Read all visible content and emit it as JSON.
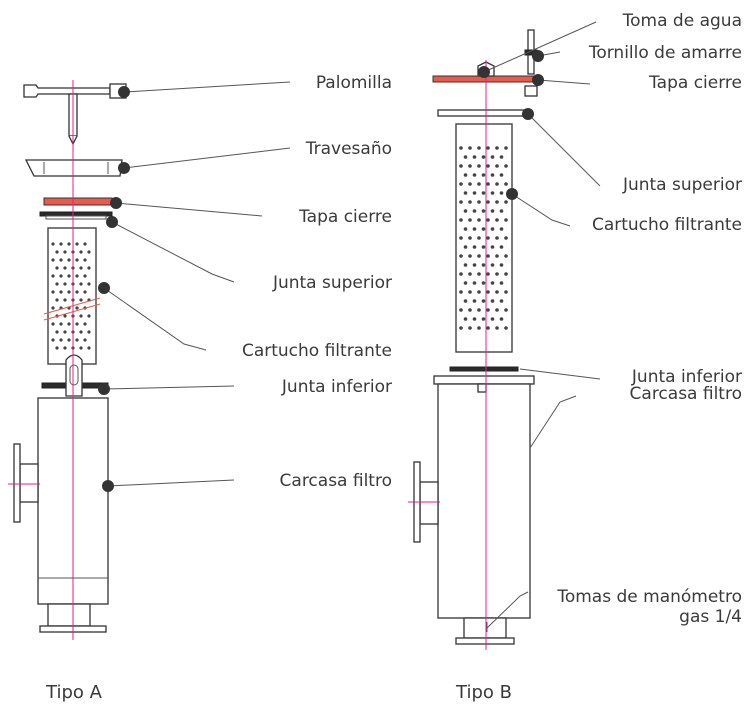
{
  "tipo_a": {
    "caption": "Tipo A",
    "labels": {
      "palomilla": "Palomilla",
      "travesano": "Travesaño",
      "tapa_cierre": "Tapa cierre",
      "junta_superior": "Junta superior",
      "cartucho_filtrante": "Cartucho filtrante",
      "junta_inferior": "Junta inferior",
      "carcasa_filtro": "Carcasa filtro"
    }
  },
  "tipo_b": {
    "caption": "Tipo B",
    "labels": {
      "toma_de_agua": "Toma de agua",
      "tornillo_de_amarre": "Tornillo de amarre",
      "tapa_cierre": "Tapa cierre",
      "junta_superior": "Junta superior",
      "cartucho_filtrante": "Cartucho filtrante",
      "junta_inferior": "Junta inferior",
      "carcasa_filtro": "Carcasa filtro",
      "tomas_manometro_1": "Tomas de manómetro",
      "tomas_manometro_2": "gas 1/4"
    }
  },
  "colors": {
    "axis": "#e0218a",
    "gasket_red": "#e85a4a",
    "line": "#444444",
    "text": "#3a3a3a"
  }
}
